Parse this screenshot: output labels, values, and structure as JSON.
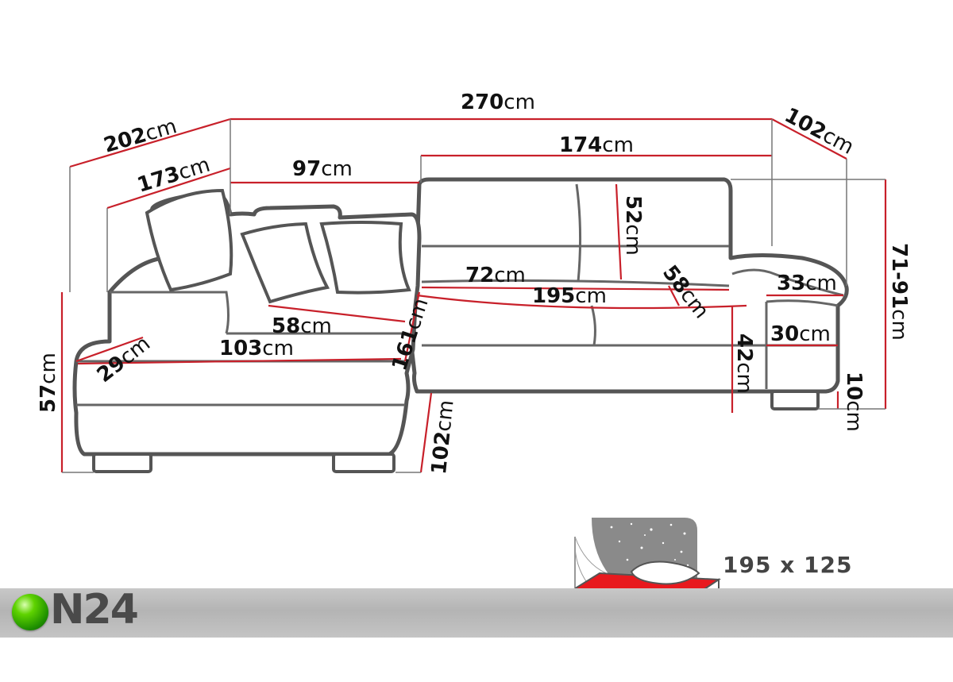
{
  "dimensions": {
    "back_width_total": {
      "value": "270",
      "unit": "cm"
    },
    "corner_depth_left": {
      "value": "202",
      "unit": "cm"
    },
    "corner_depth_right": {
      "value": "102",
      "unit": "cm"
    },
    "inner_left": {
      "value": "173",
      "unit": "cm"
    },
    "left_back": {
      "value": "97",
      "unit": "cm"
    },
    "right_back": {
      "value": "174",
      "unit": "cm"
    },
    "back_height": {
      "value": "52",
      "unit": "cm"
    },
    "total_height": {
      "value": "71-91",
      "unit": "cm"
    },
    "seat_depth_a": {
      "value": "72",
      "unit": "cm"
    },
    "seat_depth_b": {
      "value": "58",
      "unit": "cm"
    },
    "armrest_width": {
      "value": "33",
      "unit": "cm"
    },
    "sleep_length": {
      "value": "195",
      "unit": "cm"
    },
    "chaise_depth": {
      "value": "58",
      "unit": "cm"
    },
    "chaise_length": {
      "value": "161",
      "unit": "cm"
    },
    "chaise_cushion": {
      "value": "103",
      "unit": "cm"
    },
    "chaise_arm": {
      "value": "29",
      "unit": "cm"
    },
    "armrest_height": {
      "value": "30",
      "unit": "cm"
    },
    "seat_height": {
      "value": "42",
      "unit": "cm"
    },
    "leg_height": {
      "value": "10",
      "unit": "cm"
    },
    "left_height": {
      "value": "57",
      "unit": "cm"
    },
    "chaise_width": {
      "value": "102",
      "unit": "cm"
    }
  },
  "bed": {
    "size": "195 x 125"
  },
  "logo": {
    "text": "N24"
  },
  "colors": {
    "dimension_line": "#c8202a",
    "outline": "#555555",
    "bed_red": "#e8191e",
    "band": "#bdbdbd"
  }
}
